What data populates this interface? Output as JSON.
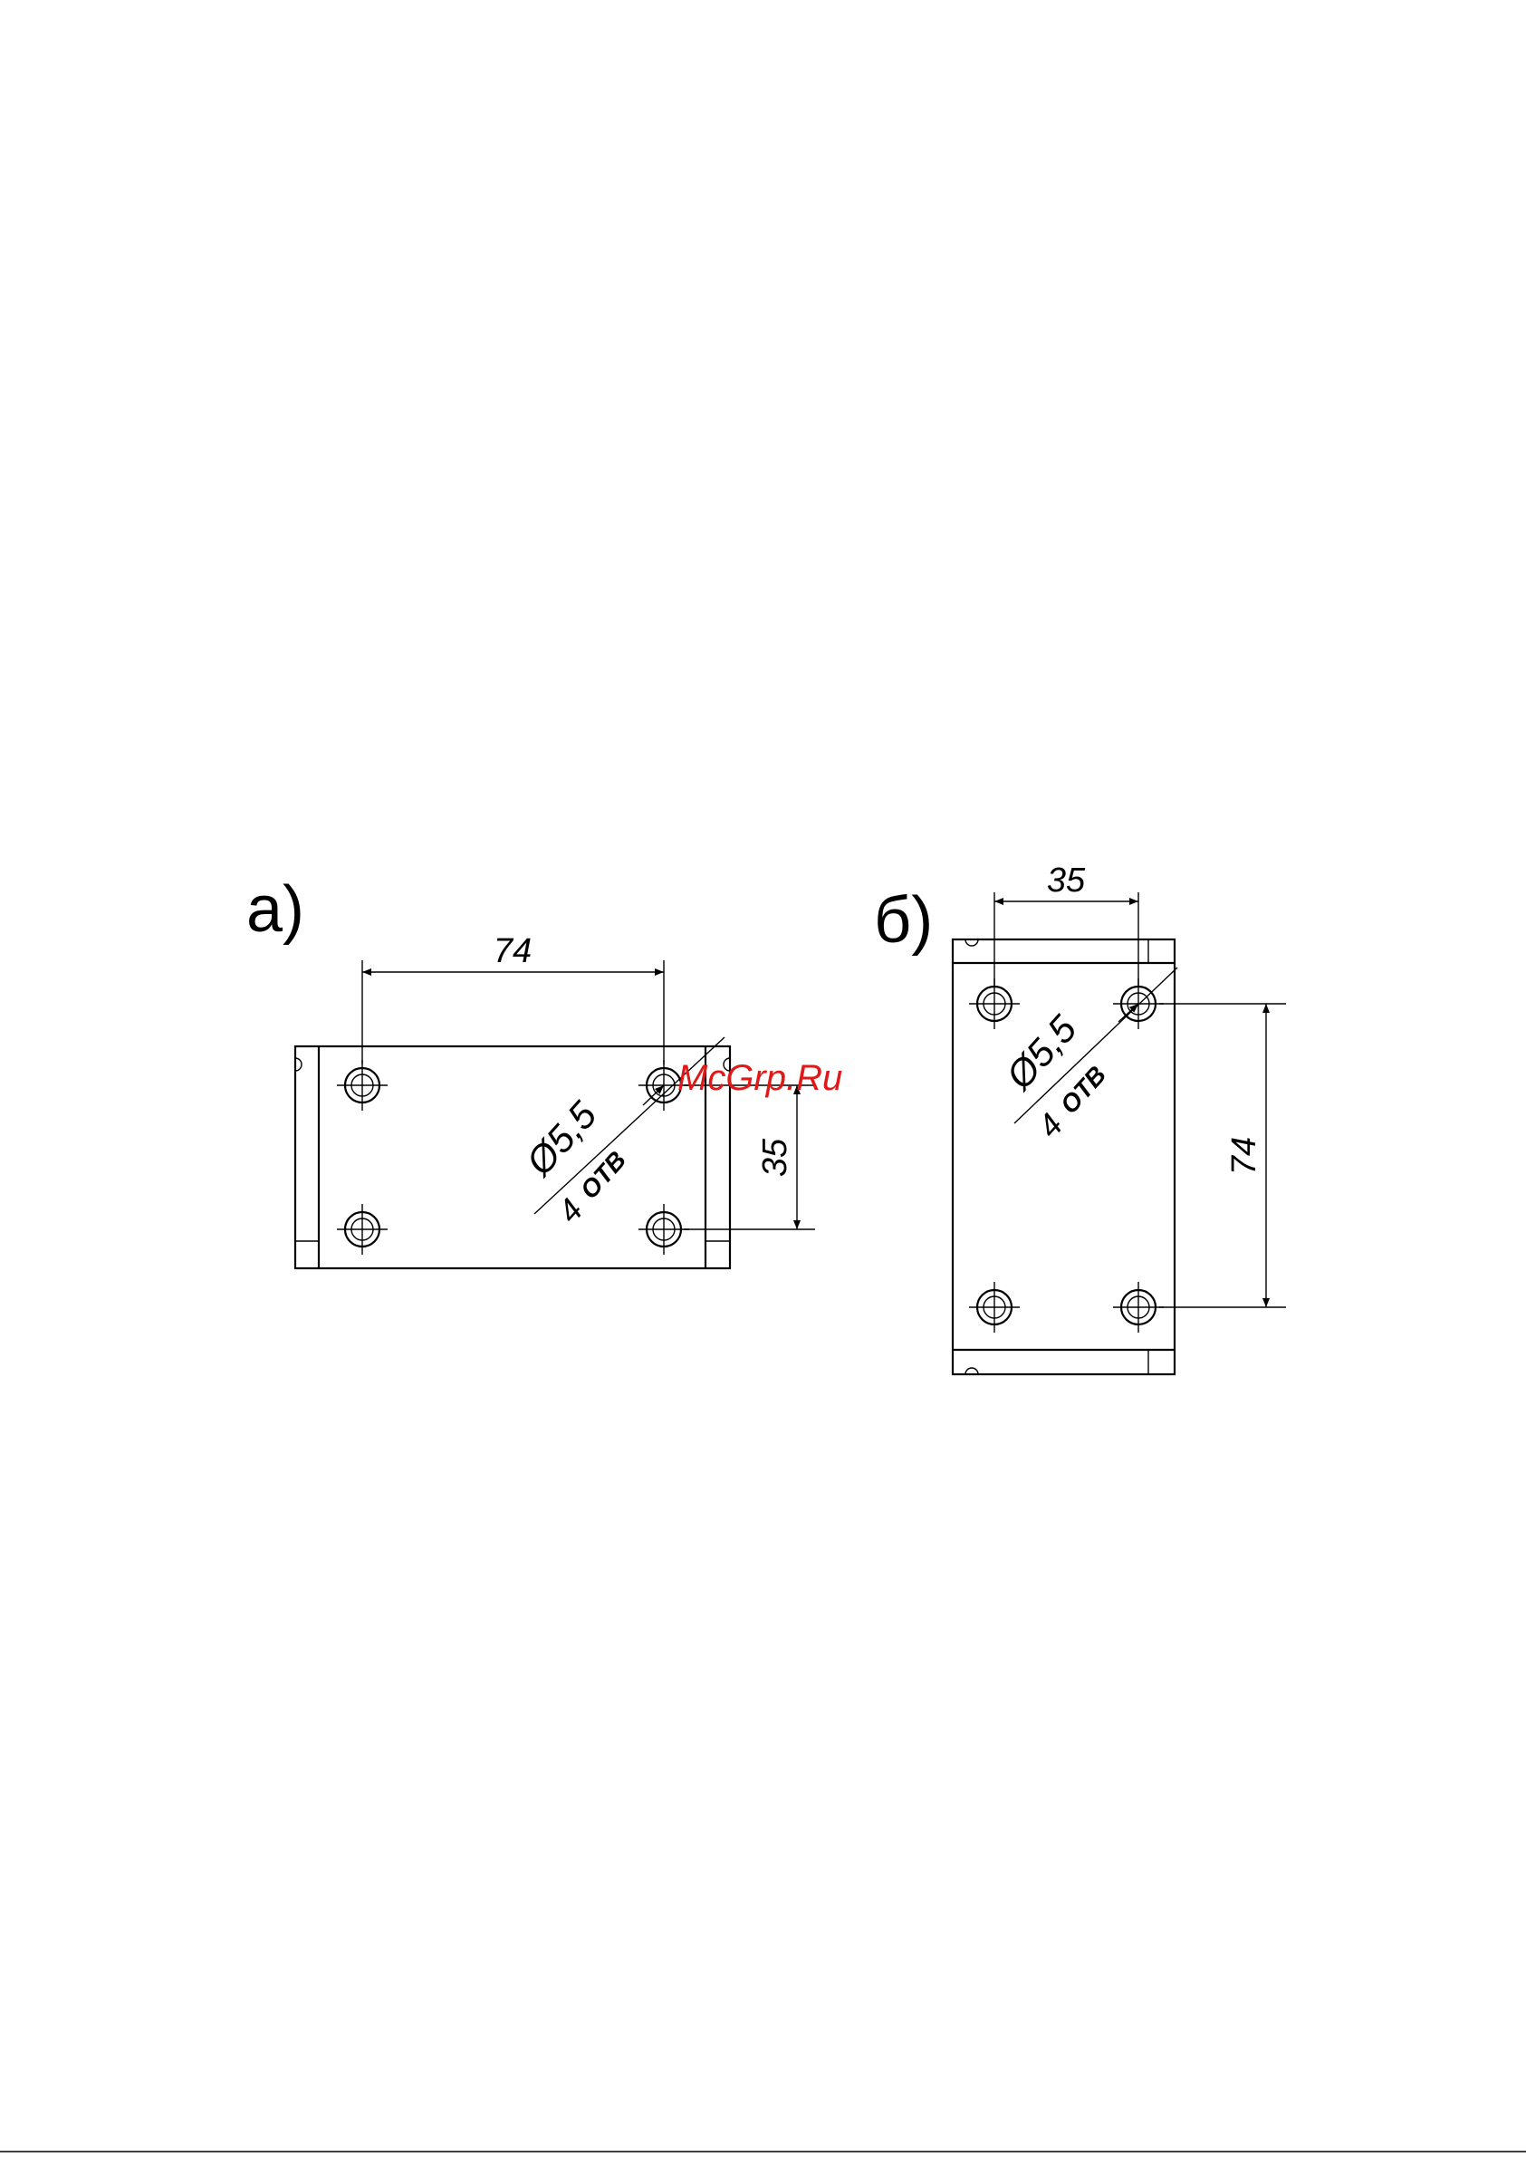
{
  "watermark": "McGrp.Ru",
  "figure_a": {
    "label": "а)",
    "dim_width": "74",
    "dim_height": "35",
    "hole_diameter": "Ø5,5",
    "hole_count": "4",
    "hole_count_unit": "ОТВ"
  },
  "figure_b": {
    "label": "б)",
    "dim_width": "35",
    "dim_height": "74",
    "hole_diameter": "Ø5,5",
    "hole_count": "4",
    "hole_count_unit": "ОТВ"
  }
}
